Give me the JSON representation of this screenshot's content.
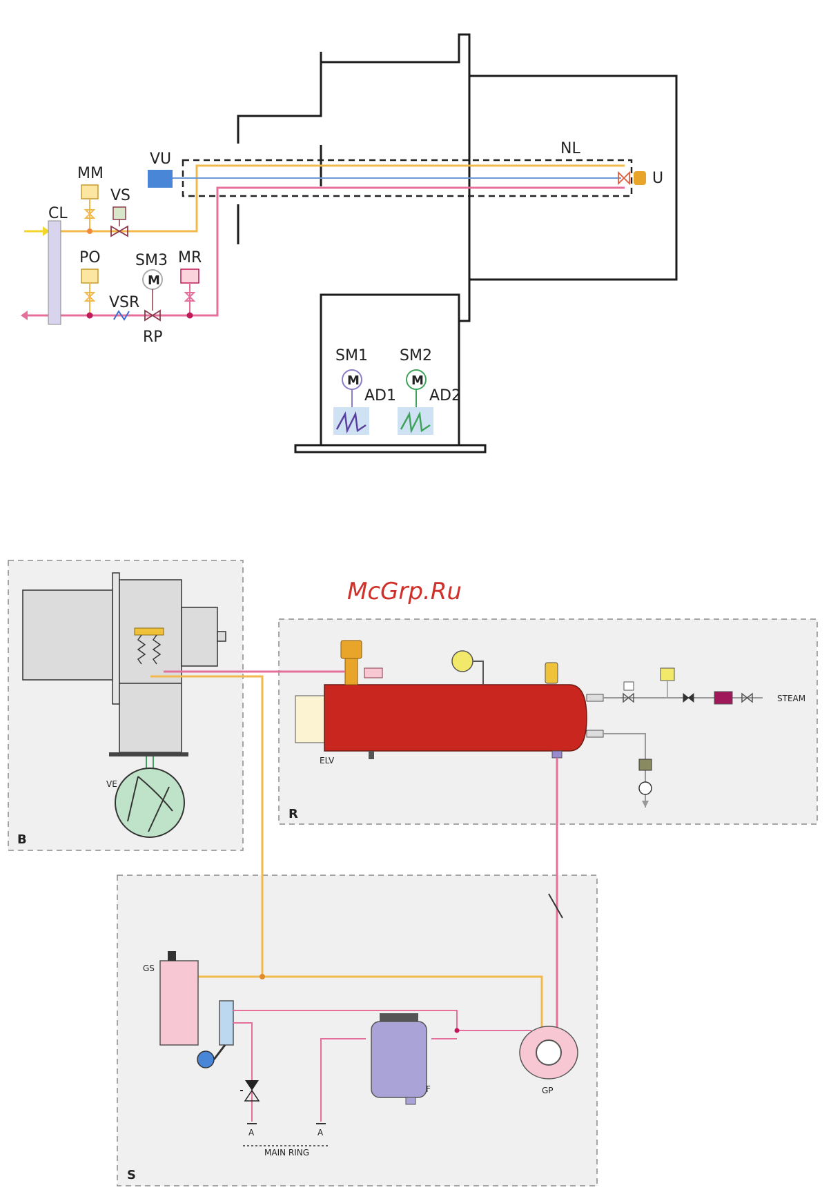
{
  "watermark": "McGrp.Ru",
  "top_labels": {
    "mm": "MM",
    "vs": "VS",
    "vu": "VU",
    "nl": "NL",
    "u": "U",
    "cl": "CL",
    "po": "PO",
    "sm3": "SM3",
    "mr": "MR",
    "vsr": "VSR",
    "rp": "RP",
    "sm1": "SM1",
    "sm2": "SM2",
    "ad1": "AD1",
    "ad2": "AD2",
    "motor": "M"
  },
  "bottom_labels": {
    "zone_b": "B",
    "zone_r": "R",
    "zone_s": "S",
    "ve": "VE",
    "elv": "ELV",
    "steam": "STEAM",
    "gs": "GS",
    "gp": "GP",
    "f": "F",
    "main_ring": "MAIN RING",
    "port_a_left": "A",
    "port_a_right": "A"
  },
  "colors": {
    "oil_supply": "#f2b84b",
    "oil_return": "#e56f9a",
    "air_line": "#6a98d8",
    "boiler": "#c8261e",
    "fan": "#bfe3c8",
    "filter": "#a9a3d8",
    "tank": "#f7c7d3",
    "ad1": "#5a3fa0",
    "ad2": "#3ea35a"
  }
}
